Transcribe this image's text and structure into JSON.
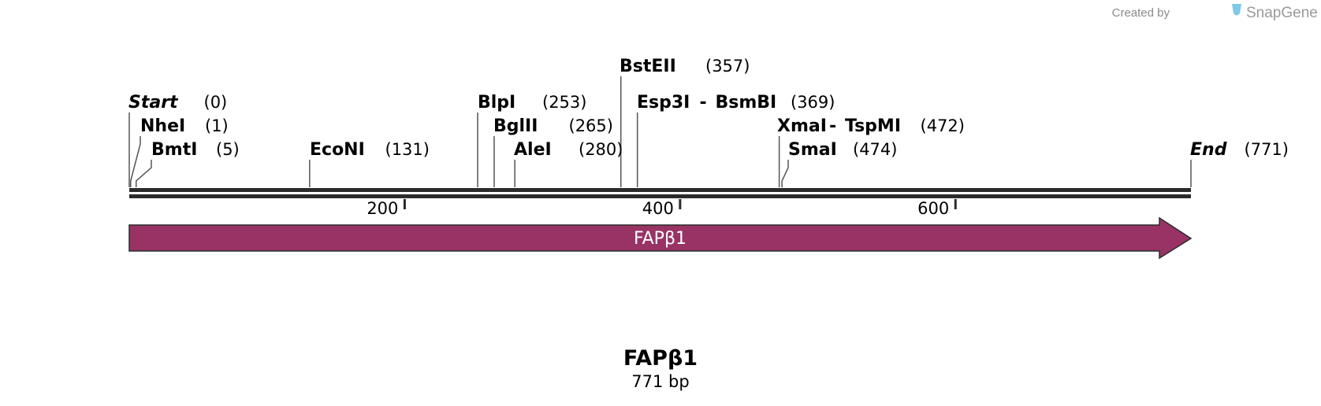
{
  "credit": {
    "prefix": "Created by",
    "brand": "SnapGene"
  },
  "sequence": {
    "name": "FAPβ1",
    "length_label": "771 bp",
    "length": 771
  },
  "sites": [
    {
      "name": "Start",
      "pos_label": "(0)",
      "pos": 0,
      "italic": true
    },
    {
      "name": "NheI",
      "pos_label": "(1)",
      "pos": 1
    },
    {
      "name": "BmtI",
      "pos_label": "(5)",
      "pos": 5
    },
    {
      "name": "EcoNI",
      "pos_label": "(131)",
      "pos": 131
    },
    {
      "name": "BlpI",
      "pos_label": "(253)",
      "pos": 253
    },
    {
      "name": "BglII",
      "pos_label": "(265)",
      "pos": 265
    },
    {
      "name": "AleI",
      "pos_label": "(280)",
      "pos": 280
    },
    {
      "name": "BstEII",
      "pos_label": "(357)",
      "pos": 357
    },
    {
      "name": "Esp3I",
      "joiner": "-",
      "name2": "BsmBI",
      "pos_label": "(369)",
      "pos": 369
    },
    {
      "name": "XmaI",
      "joiner": "-",
      "name2": "TspMI",
      "pos_label": "(472)",
      "pos": 472
    },
    {
      "name": "SmaI",
      "pos_label": "(474)",
      "pos": 474
    },
    {
      "name": "End",
      "pos_label": "(771)",
      "pos": 771,
      "italic": true
    }
  ],
  "ticks": [
    {
      "label": "200",
      "value": 200
    },
    {
      "label": "400",
      "value": 400
    },
    {
      "label": "600",
      "value": 600
    }
  ],
  "feature": {
    "label": "FAPβ1",
    "start": 0,
    "end": 771,
    "color": "#993366"
  },
  "colors": {
    "backbone": "#2b2b2b",
    "leader": "#555555",
    "credit_icon": "#7ec8e8"
  }
}
